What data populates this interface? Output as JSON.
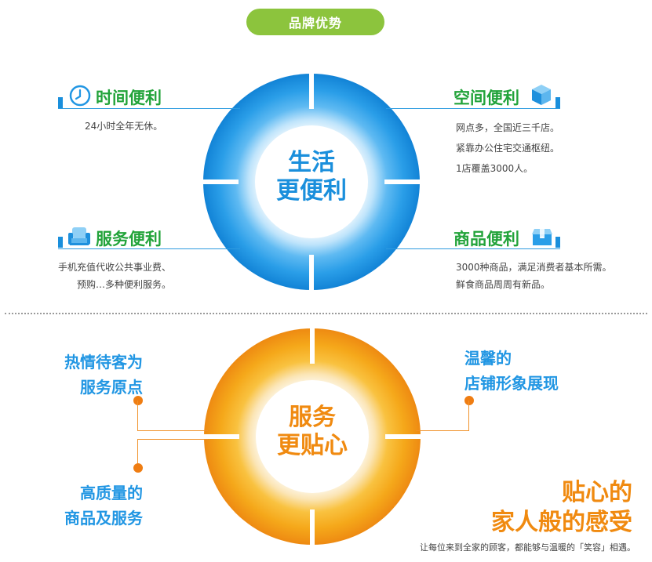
{
  "header": {
    "badge_label": "品牌优势",
    "badge_color": "#8cc43d"
  },
  "section1": {
    "center": {
      "line1": "生活",
      "line2": "更便利",
      "color": "#1a8fdc"
    },
    "features": [
      {
        "title": "时间便利",
        "icon": "clock-icon",
        "lines": [
          "24小时全年无休。"
        ]
      },
      {
        "title": "空间便利",
        "icon": "cube-icon",
        "lines": [
          "网点多，全国近三千店。",
          "紧靠办公住宅交通枢纽。",
          "1店覆盖3000人。"
        ]
      },
      {
        "title": "服务便利",
        "icon": "armchair-icon",
        "lines": [
          "手机充值代收公共事业费、",
          "预购…多种便利服务。"
        ]
      },
      {
        "title": "商品便利",
        "icon": "box-icon",
        "lines": [
          "3000种商品，满足消费者基本所需。",
          "鲜食商品周周有新品。"
        ]
      }
    ],
    "title_color": "#22a33a"
  },
  "section2": {
    "center": {
      "line1": "服务",
      "line2": "更贴心",
      "color": "#f08a10"
    },
    "points": [
      {
        "line1": "热情待客为",
        "line2": "服务原点"
      },
      {
        "line1": "温馨的",
        "line2": "店铺形象展现"
      },
      {
        "line1": "高质量的",
        "line2": "商品及服务"
      }
    ],
    "slogan": {
      "line1": "贴心的",
      "line2": "家人般的感受"
    },
    "caption": "让每位来到全家的顾客，都能够与温暖的「笑容」相遇。",
    "accent_blue": "#2196e3",
    "accent_orange": "#f08a10"
  }
}
